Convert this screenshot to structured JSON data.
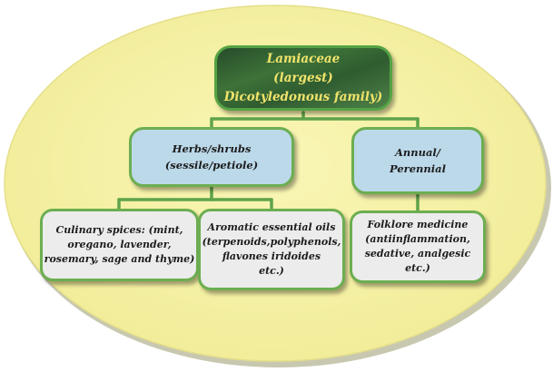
{
  "diagram": {
    "root": "Lamiaceae\n(largest)\nDicotyledonous family)",
    "branches": [
      {
        "label": "Herbs/shrubs\n(sessile/petiole)",
        "children": [
          "Culinary spices: (mint,\noregano, lavender,\nrosemary, sage and thyme)",
          "Aromatic essential oils\n(terpenoids,polyphenols,\nflavones iridoides\netc.)"
        ]
      },
      {
        "label": "Annual/\nPerennial",
        "children": [
          "Folklore medicine\n(antiinflammation,\nsedative, analgesic\netc.)"
        ]
      }
    ]
  },
  "colors": {
    "ellipse_fill": "#f7f3a5",
    "connector": "#5fa34a",
    "branch_fill": "#bcd9ea",
    "leaf_fill": "#ececec",
    "root_text": "#f1e36b"
  }
}
